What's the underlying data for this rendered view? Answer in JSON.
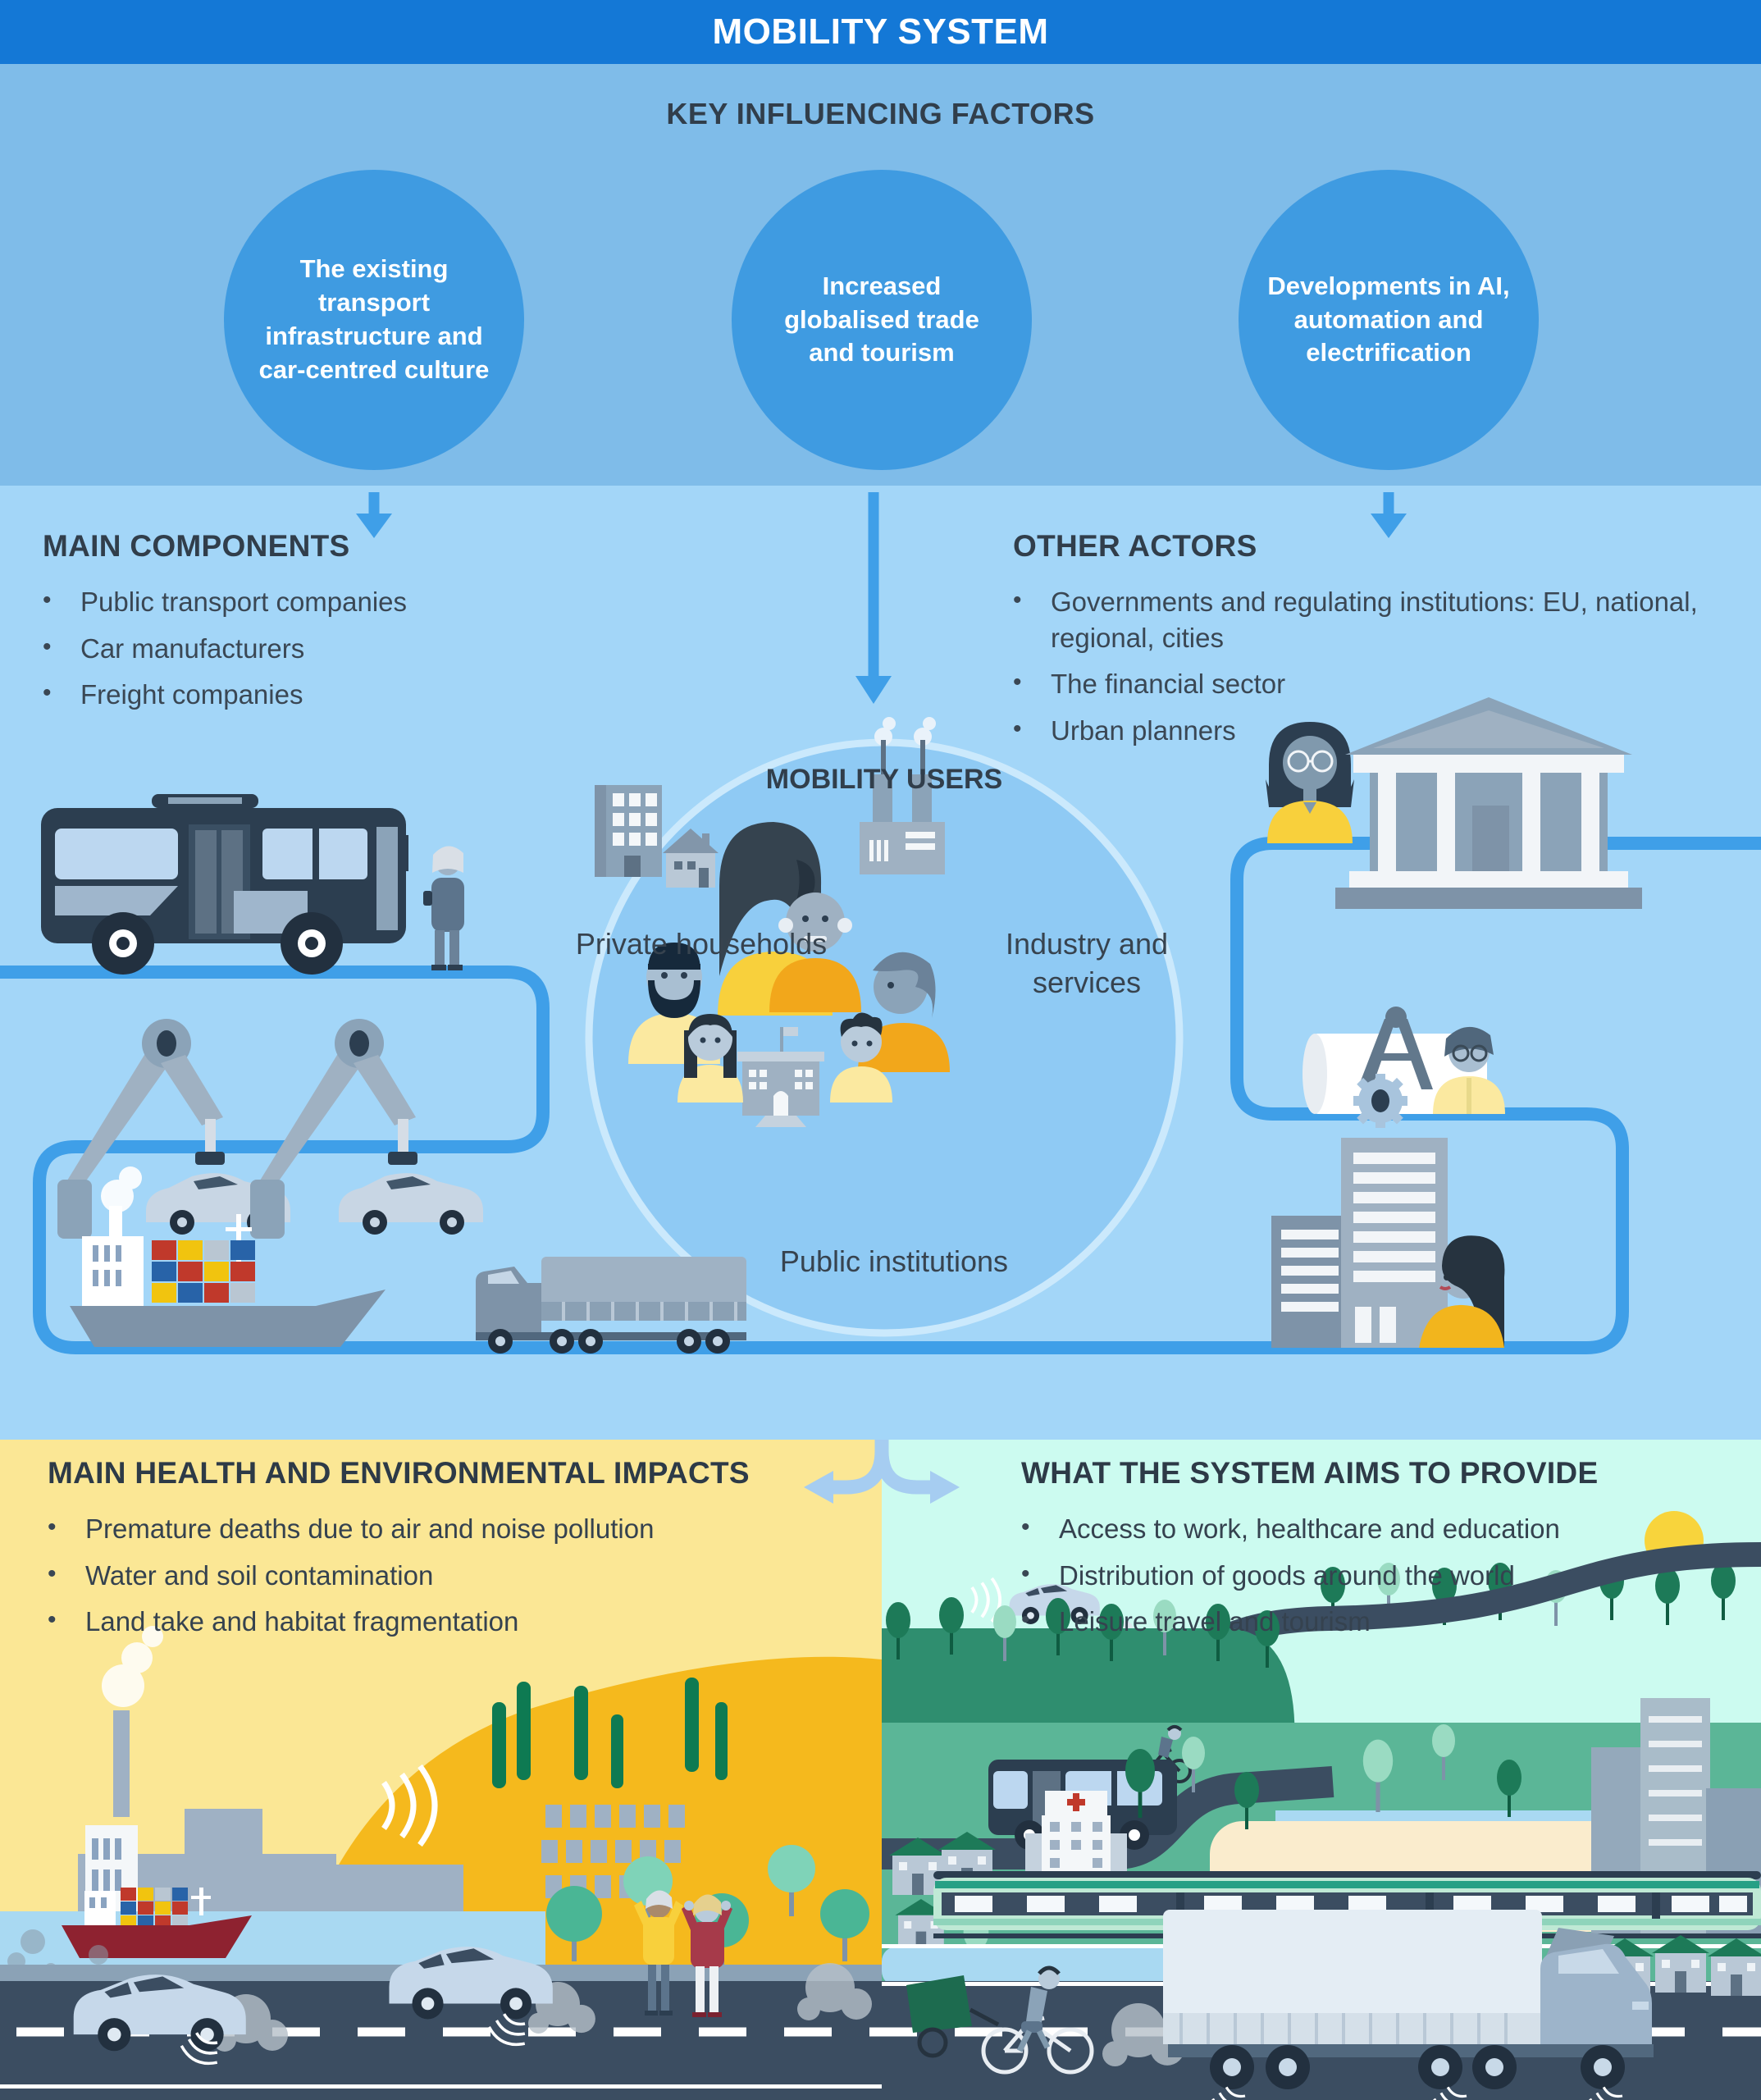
{
  "header": {
    "title": "MOBILITY SYSTEM"
  },
  "factors": {
    "heading": "KEY INFLUENCING FACTORS",
    "items": [
      "The existing transport infrastructure and car-centred culture",
      "Increased globalised trade and tourism",
      "Developments in AI, automation and electrification"
    ]
  },
  "main_components": {
    "heading": "MAIN COMPONENTS",
    "items": [
      "Public transport companies",
      "Car manufacturers",
      "Freight companies"
    ]
  },
  "other_actors": {
    "heading": "OTHER ACTORS",
    "items": [
      "Governments and regulating institutions: EU, national, regional, cities",
      "The financial sector",
      "Urban planners"
    ]
  },
  "mobility_users": {
    "title": "MOBILITY USERS",
    "labels": {
      "private_households": "Private households",
      "industry_services": "Industry and services",
      "public_institutions": "Public institutions"
    }
  },
  "impacts": {
    "heading": "MAIN HEALTH AND ENVIRONMENTAL IMPACTS",
    "items": [
      "Premature deaths due to air and noise pollution",
      "Water and soil contamination",
      "Land take and habitat fragmentation"
    ]
  },
  "aims": {
    "heading": "WHAT THE SYSTEM AIMS TO PROVIDE",
    "items": [
      "Access to work, healthcare and education",
      "Distribution of goods around the world",
      "Leisure travel and tourism"
    ]
  },
  "ui": {
    "bullet": "•"
  },
  "colors": {
    "header_bar": "#1478d6",
    "factors_bg": "#7fbce9",
    "factor_circle": "#3f9be1",
    "mid_bg": "#a3d6f8",
    "connector_blue": "#3f9fe8",
    "users_circle": "#8fcaf4",
    "impacts_bg": "#fbe795",
    "aims_bg": "#ccfbf0",
    "sun": "#f8d43c",
    "heading_text": "#313e4b",
    "road": "#3b4d61",
    "hill_orange": "#f5b91d",
    "hill_green": "#5bb697",
    "ship_red": "#8e2230",
    "navy": "#2c3e50"
  }
}
